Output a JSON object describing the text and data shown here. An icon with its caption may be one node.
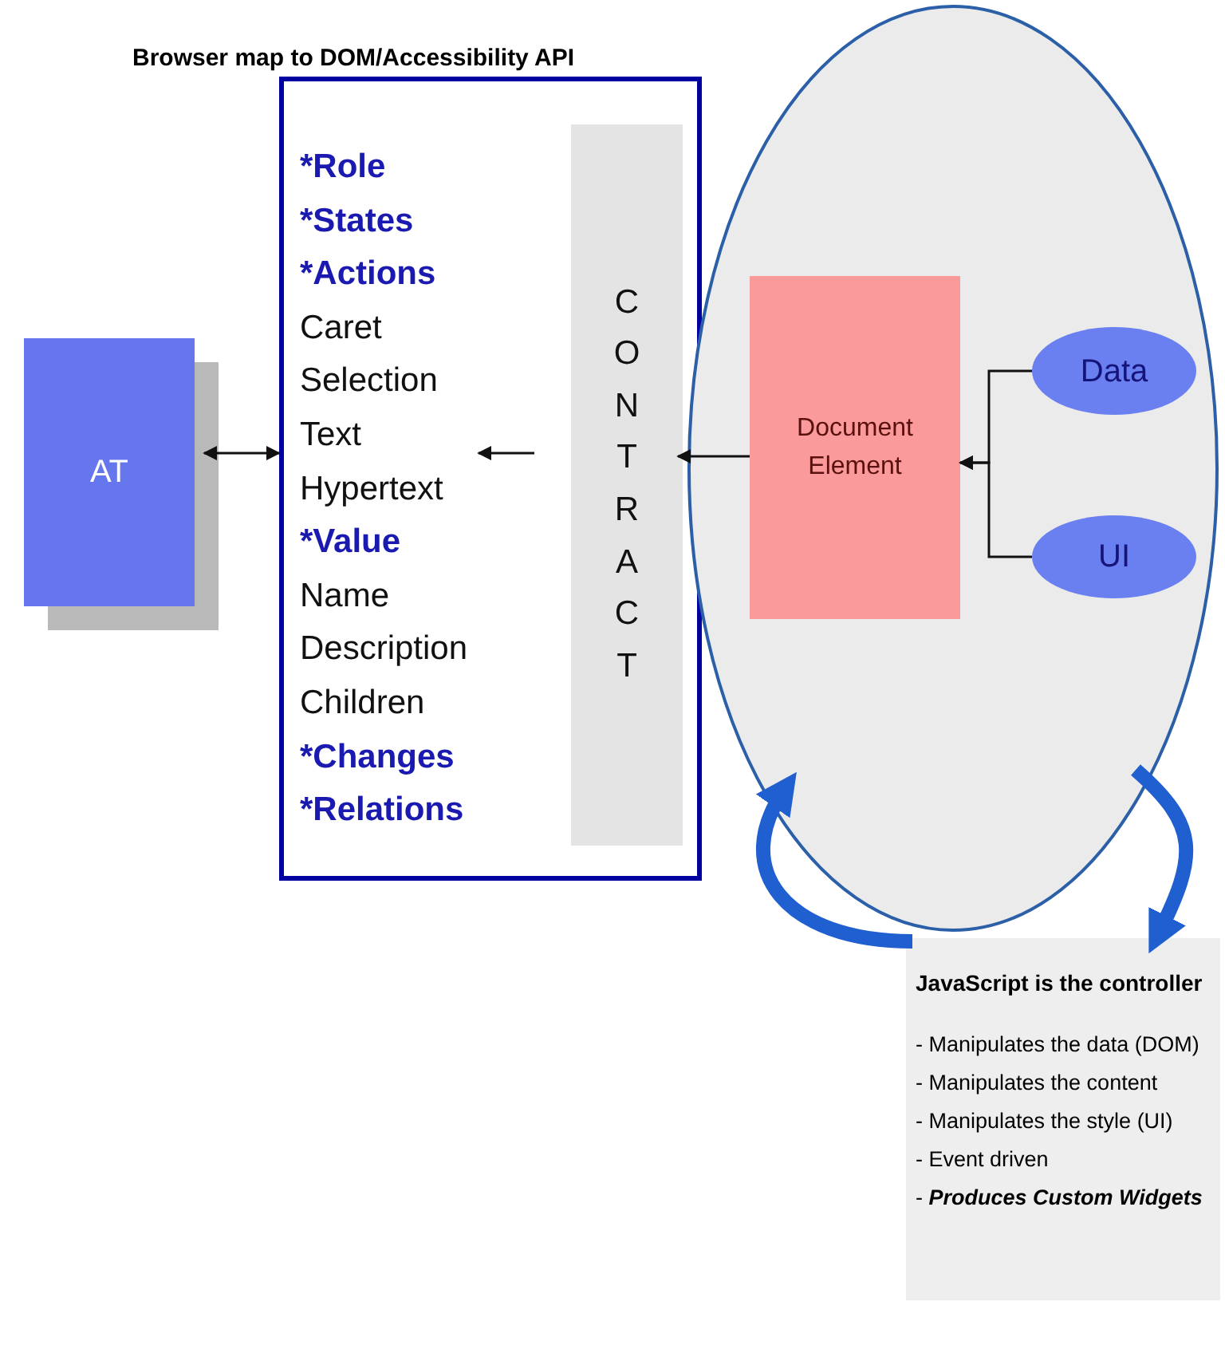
{
  "diagram": {
    "nodes": [
      {
        "text": [
          "AT"
        ]
      },
      {
        "text": [
          "Browser map to DOM/Accessibility API"
        ]
      },
      {
        "text": [
          "***Role**",
          "***States**",
          "***Actions**",
          "Caret",
          "Selection",
          "Text",
          "Hypertext",
          "***Value**",
          "Name",
          "Description",
          "Children",
          "***Changes**",
          "***Relations**"
        ],
        "in": 1
      },
      {
        "text": [
          "CONTRACT"
        ],
        "in": 1
      },
      {
        "text": [],
        "shape": "circle"
      },
      {
        "text": [
          "Document Element"
        ],
        "in": 4
      },
      {
        "text": [
          "Data"
        ],
        "in": 4
      },
      {
        "text": [
          "UI"
        ],
        "in": 4
      },
      {
        "text": [
          "JavaScript is the controller",
          "- Manipulates the data (DOM)",
          "- Manipulates the content",
          "- Manipulates the style (UI)",
          "- Event driven",
          "- **Produces Custom Widgets**"
        ]
      }
    ],
    "edges": [
      {
        "from": 0,
        "to": 1,
        "arrow": "both"
      },
      {
        "from": 3,
        "to": 2,
        "arrow": "to"
      },
      {
        "from": 5,
        "to": 3,
        "arrow": "to"
      },
      {
        "from": 6,
        "to": 5,
        "arrow": "to"
      },
      {
        "from": 7,
        "to": 5,
        "arrow": "to"
      },
      {
        "from": 8,
        "to": 4,
        "arrow": "to",
        "style": "thick",
        "color": "#1f5fd0"
      },
      {
        "from": 4,
        "to": 8,
        "arrow": "to",
        "style": "thick",
        "color": "#1f5fd0"
      }
    ]
  }
}
